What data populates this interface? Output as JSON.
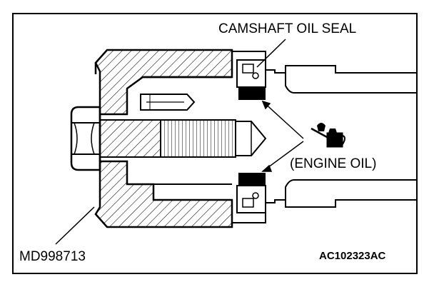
{
  "figure": {
    "labels": {
      "camshaft_oil_seal": "CAMSHAFT OIL SEAL",
      "engine_oil": "(ENGINE OIL)",
      "tool": "MD998713",
      "figure_code": "AC102323AC"
    },
    "icons": {
      "oil_can": "oil-can-icon"
    },
    "colors": {
      "line": "#000000",
      "background": "#ffffff"
    }
  }
}
